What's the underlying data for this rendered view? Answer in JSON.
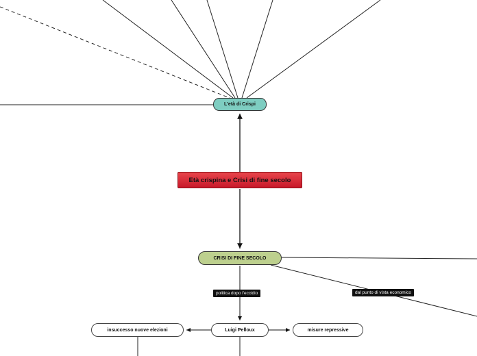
{
  "central_topic": "Età crispina e Crisi di fine secolo",
  "nodes": {
    "eta_crispi": "L'età di Crispi",
    "crisi_fine_secolo": "CRISI DI FINE SECOLO",
    "luigi_pelloux": "Luigi Pelloux",
    "insuccesso_elezioni": "insuccesso nuove elezioni",
    "misure_repressive": "misure repressive"
  },
  "connector_labels": {
    "politica_eccidio": "politica dopo l'eccidio",
    "punto_vista_economico": "dal punto di vista economico"
  },
  "colors": {
    "central_fill": "#d6262f",
    "crispi_fill": "#7ecdc1",
    "crisi_fill": "#bdd08e",
    "label_fill": "#111111"
  }
}
